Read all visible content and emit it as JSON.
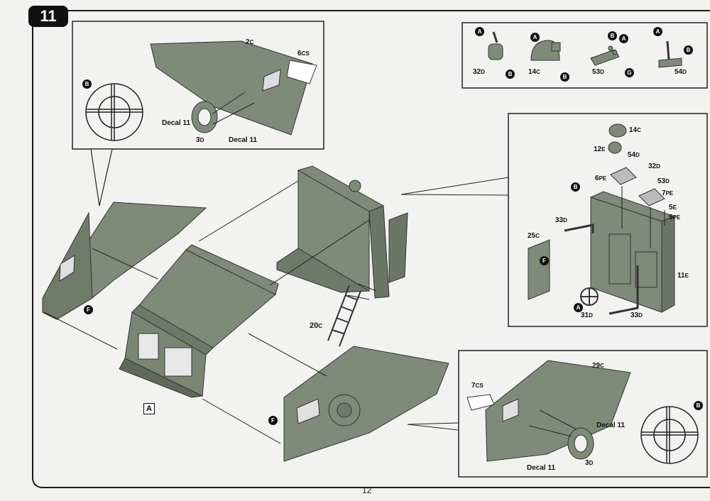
{
  "step_number": "11",
  "page_number": "12",
  "icons": {
    "circle_a": "A",
    "circle_b": "B",
    "circle_f": "F",
    "circle_g": "G",
    "square_a": "A"
  },
  "detail_top_left": {
    "part_2c": "2",
    "part_2c_suffix": "C",
    "part_6cs": "6",
    "part_6cs_suffix": "CS",
    "part_3d": "3",
    "part_3d_suffix": "D",
    "decal_a": "Decal 11",
    "decal_b": "Decal 11"
  },
  "parts_strip": {
    "p32d": "32",
    "p32d_suffix": "D",
    "p14c": "14",
    "p14c_suffix": "C",
    "p53d": "53",
    "p53d_suffix": "D",
    "p54d": "54",
    "p54d_suffix": "D"
  },
  "detail_right": {
    "p14c": "14",
    "p14c_suffix": "C",
    "p12e": "12",
    "p12e_suffix": "E",
    "p54d": "54",
    "p54d_suffix": "D",
    "p32d": "32",
    "p32d_suffix": "D",
    "p6pe": "6",
    "p6pe_suffix": "PE",
    "p53d": "53",
    "p53d_suffix": "D",
    "p7pe": "7",
    "p7pe_suffix": "PE",
    "p5e": "5",
    "p5e_suffix": "E",
    "p5pe": "5",
    "p5pe_suffix": "PE",
    "p33d_top": "33",
    "p33d_top_suffix": "D",
    "p25c": "25",
    "p25c_suffix": "C",
    "p11e": "11",
    "p11e_suffix": "E",
    "p31d": "31",
    "p31d_suffix": "D",
    "p33d_bottom": "33",
    "p33d_bottom_suffix": "D"
  },
  "main": {
    "p20c": "20",
    "p20c_suffix": "C"
  },
  "detail_bottom_right": {
    "p29c": "29",
    "p29c_suffix": "C",
    "p7cs": "7",
    "p7cs_suffix": "CS",
    "p3d": "3",
    "p3d_suffix": "D",
    "decal_a": "Decal 11",
    "decal_b": "Decal 11"
  }
}
